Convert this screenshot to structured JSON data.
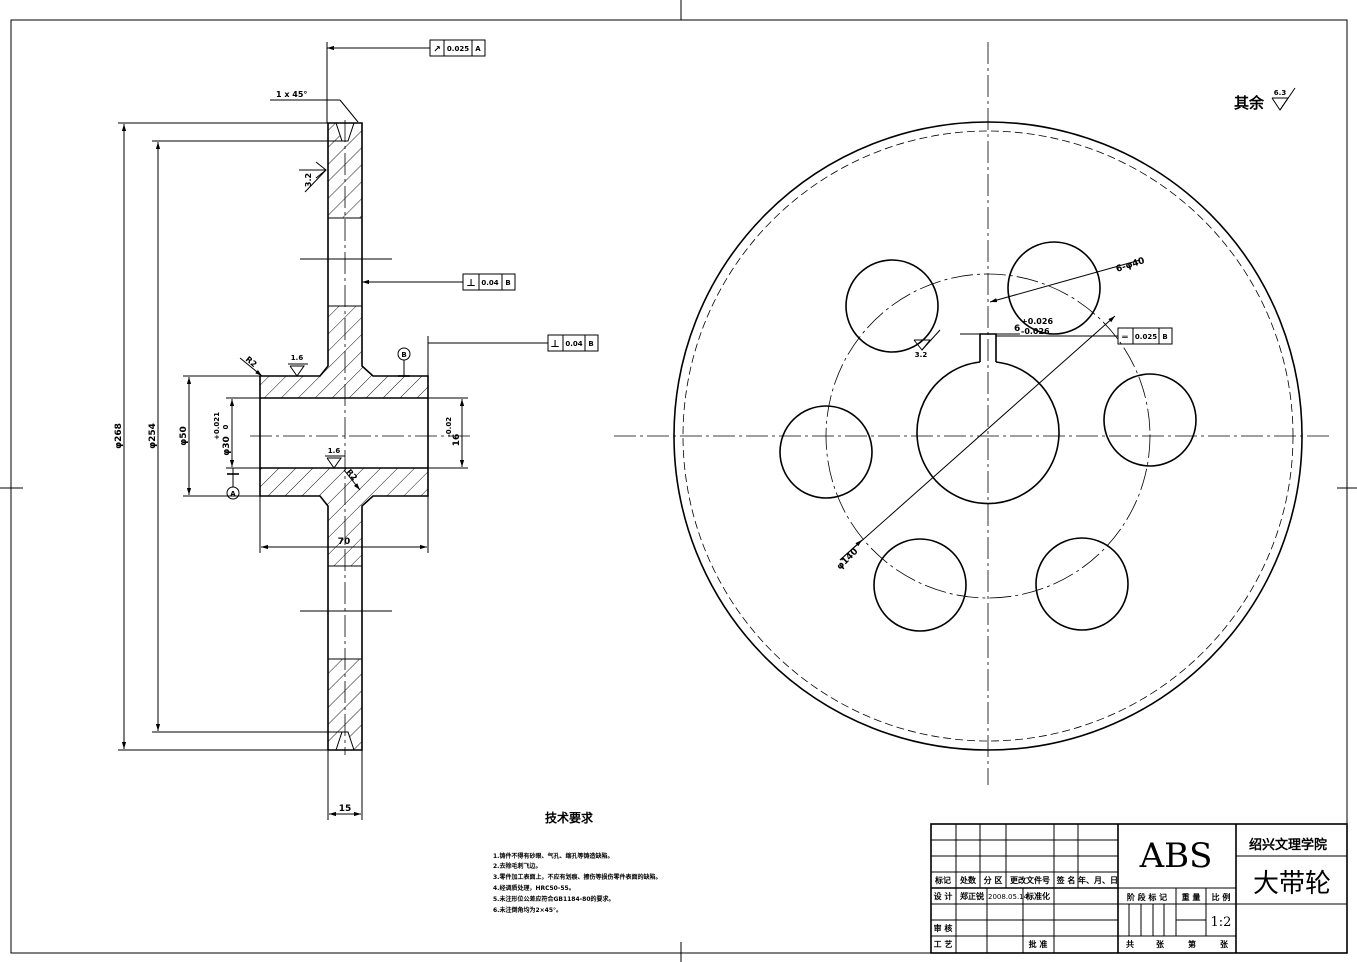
{
  "drawing": {
    "part_name": "大带轮",
    "school": "绍兴文理学院",
    "material": "ABS",
    "scale": "1:2",
    "surface_rest_label": "其余",
    "surface_rest_value": "6.3"
  },
  "section_view": {
    "chamfer_note": "1 x 45°",
    "dim_268": "φ268",
    "dim_254": "φ254",
    "dim_50": "φ50",
    "dim_30_base": "φ30",
    "dim_30_tol_upper": "+0.021",
    "dim_30_tol_lower": "0",
    "dim_16_base": "16",
    "dim_16_tol": "-0.02",
    "dim_70": "70",
    "dim_15": "15",
    "r_top": "R2",
    "r_bottom": "R2",
    "rough_32": "3.2",
    "rough_16_a": "1.6",
    "rough_16_b": "1.6",
    "datum_a": "A",
    "datum_b": "B",
    "fcf_runout": {
      "symbol": "↗",
      "value": "0.025",
      "datum": "A"
    },
    "fcf_perp_1": {
      "symbol": "⊥",
      "value": "0.04",
      "datum": "B"
    },
    "fcf_perp_2": {
      "symbol": "⊥",
      "value": "0.04",
      "datum": "B"
    }
  },
  "front_view": {
    "holes_label": "6-φ40",
    "pcd_label": "φ140",
    "keyway_base": "6",
    "keyway_tol_upper": "+0.026",
    "keyway_tol_lower": "-0.026",
    "rough_32": "3.2",
    "fcf_sym": {
      "symbol": "═",
      "value": "0.025",
      "datum": "B"
    }
  },
  "tech_requirements": {
    "title": "技术要求",
    "items": [
      "1.铸件不得有砂眼、气孔、缩孔等铸造缺陷。",
      "2.去除毛刺飞边。",
      "3.零件加工表面上，不应有划痕、擦伤等损伤零件表面的缺陷。",
      "4.经调质处理，HRC50-55。",
      "5.未注形位公差应符合GB1184-80的要求。",
      "6.未注倒角均为2×45°。"
    ]
  },
  "title_block": {
    "h_mark": "标记",
    "h_count": "处数",
    "h_zone": "分 区",
    "h_doc": "更改文件号",
    "h_sign": "签 名",
    "h_date": "年、月、日",
    "designer_label": "设 计",
    "designer_name": "郑正锐",
    "design_date": "2008.05.14",
    "standard_label": "标准化",
    "review_label": "审 核",
    "process_label": "工 艺",
    "approve_label": "批 准",
    "stage_label": "阶 段 标 记",
    "weight_label": "重 量",
    "scale_label": "比 例",
    "total_label": "共",
    "sheets_label": "张",
    "sheet_no_label": "第",
    "sheet_label": "张"
  }
}
